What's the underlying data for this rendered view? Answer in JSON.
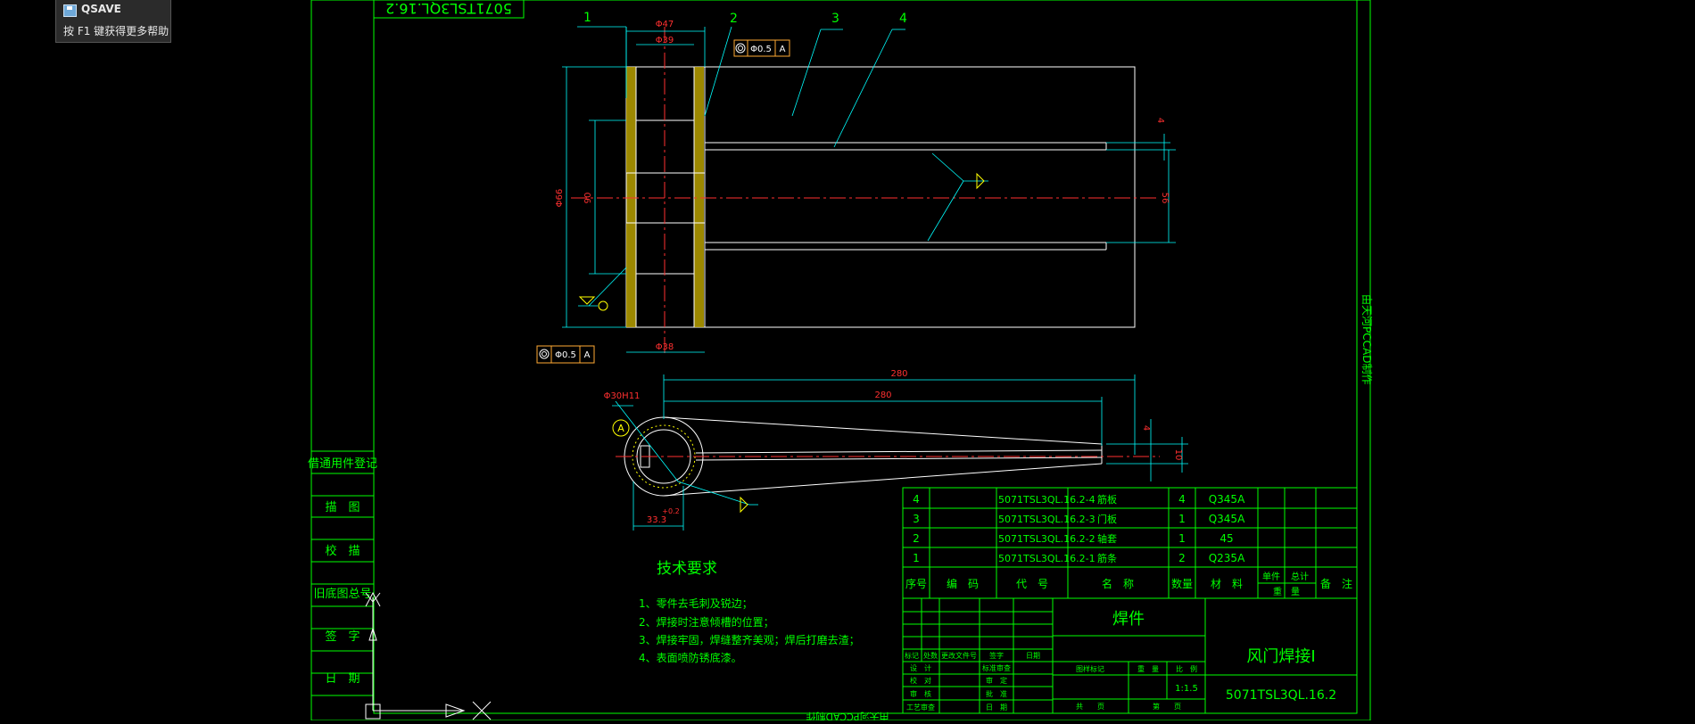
{
  "tooltip": {
    "command": "QSAVE",
    "help": "按 F1 键获得更多帮助"
  },
  "drawing": {
    "mirrored_number": "5071TSL3QL.16.2",
    "side_label": "由天河PCCAD制作",
    "bottom_label": "由天河PCCAD制作",
    "balloons": [
      "1",
      "2",
      "3",
      "4"
    ],
    "dims_top": {
      "d47": "Φ47",
      "d39": "Φ39",
      "d38": "Φ38",
      "d66": "Φ66",
      "d90": "90",
      "d56": "56",
      "t4": "4"
    },
    "tolerance": {
      "symbol_label": "◎",
      "value": "Φ0.5",
      "datum": "A"
    },
    "dims_plan": {
      "len280a": "280",
      "len280b": "280",
      "bore": "Φ30H11",
      "datum": "A",
      "r33": "33.3",
      "tol": "+0.2",
      "w4": "4",
      "w10": "10"
    },
    "left_column": [
      "借通用件登记",
      "描　图",
      "校　描",
      "旧底图总号",
      "签　字",
      "日　期"
    ],
    "tech": {
      "title": "技术要求",
      "lines": [
        "1、零件去毛刺及锐边；",
        "2、焊接时注意倾槽的位置；",
        "3、焊接牢固，焊缝整齐美观；焊后打磨去渣；",
        "4、表面喷防锈底漆。"
      ]
    },
    "bom": {
      "rows": [
        {
          "no": "4",
          "code": "5071TSL3QL.16.2-4",
          "name": "筋板",
          "qty": "4",
          "mat": "Q345A"
        },
        {
          "no": "3",
          "code": "5071TSL3QL.16.2-3",
          "name": "门板",
          "qty": "1",
          "mat": "Q345A"
        },
        {
          "no": "2",
          "code": "5071TSL3QL.16.2-2",
          "name": "轴套",
          "qty": "1",
          "mat": "45"
        },
        {
          "no": "1",
          "code": "5071TSL3QL.16.2-1",
          "name": "筋条",
          "qty": "2",
          "mat": "Q235A"
        }
      ],
      "header": {
        "no": "序号",
        "code": "编　码",
        "drawing_no": "代　号",
        "name": "名　称",
        "qty": "数量",
        "mat": "材　料",
        "unit_weight": "单件",
        "total_weight": "总计",
        "weight": "重　量",
        "remark": "备　注"
      }
    },
    "title_block": {
      "part_type": "焊件",
      "part_name": "风门焊接Ⅰ",
      "drawing_no": "5071TSL3QL.16.2",
      "scale": "1:1.5",
      "row_labels": [
        "标记",
        "处数",
        "更改文件号",
        "签字",
        "日期"
      ],
      "sign_rows": [
        "设　计",
        "校　对",
        "审　核",
        "工艺审查"
      ],
      "sign_right": [
        "标准审查",
        "审　定",
        "批　准",
        "日　期"
      ],
      "meta": [
        "图样标记",
        "重　量",
        "比　例"
      ],
      "sheet": [
        "共　　页",
        "第　　页"
      ]
    }
  }
}
